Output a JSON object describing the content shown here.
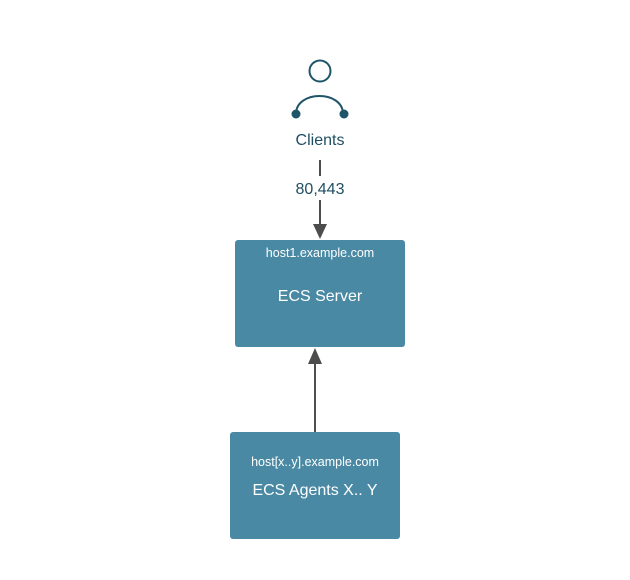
{
  "colors": {
    "box_fill": "#4a89a3",
    "box_text": "#ffffff",
    "client_stroke": "#1f5569",
    "label_text": "#1f4e63",
    "arrow": "#4d4d4d"
  },
  "clients": {
    "icon": "user-icon",
    "label": "Clients"
  },
  "edges": {
    "clients_to_server": {
      "label": "80,443"
    }
  },
  "server": {
    "host": "host1.example.com",
    "title": "ECS Server"
  },
  "agents": {
    "host": "host[x..y].example.com",
    "title": "ECS Agents X.. Y"
  }
}
